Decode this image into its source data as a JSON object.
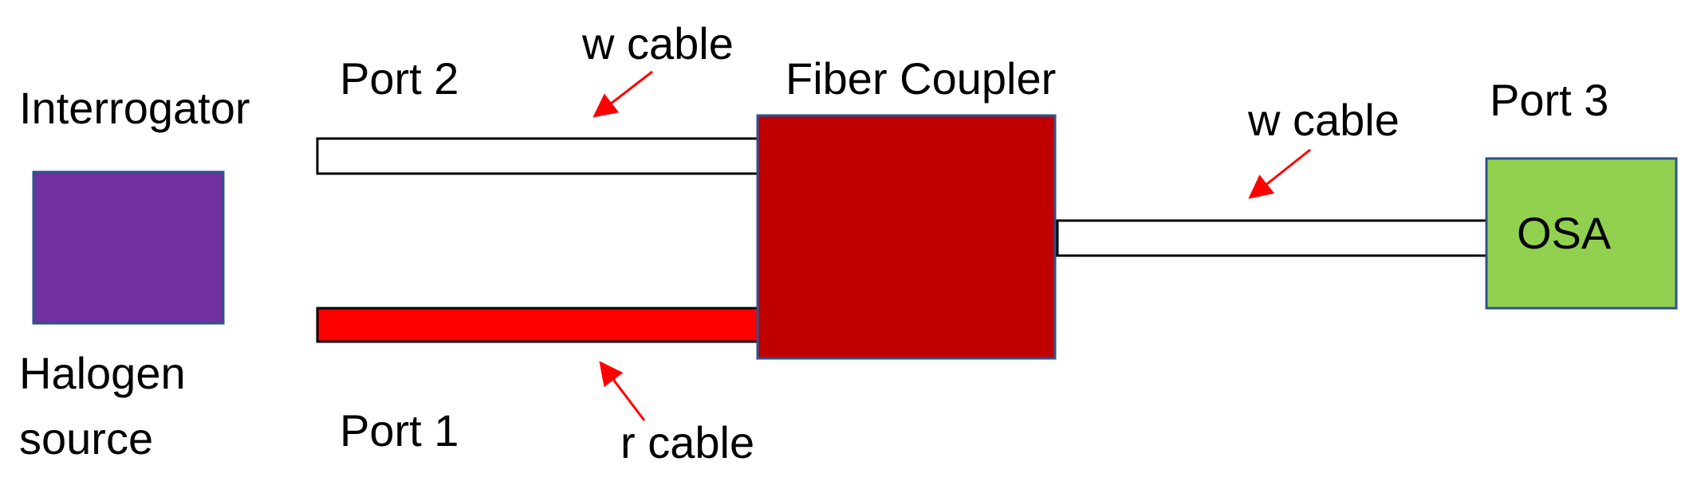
{
  "colors": {
    "interrogator_fill": "#7030A0",
    "coupler_fill": "#C00000",
    "osa_fill": "#92D050",
    "r_cable_fill": "#FF0000",
    "w_cable_fill": "#FFFFFF",
    "box_border": "#2F528F",
    "arrow": "#FF0000"
  },
  "labels": {
    "interrogator": "Interrogator",
    "halogen_line1": "Halogen",
    "halogen_line2": "source",
    "port2": "Port 2",
    "port1": "Port 1",
    "port3": "Port 3",
    "fiber_coupler": "Fiber Coupler",
    "w_cable_top": "w cable",
    "w_cable_right": "w cable",
    "r_cable": "r cable",
    "osa": "OSA"
  }
}
